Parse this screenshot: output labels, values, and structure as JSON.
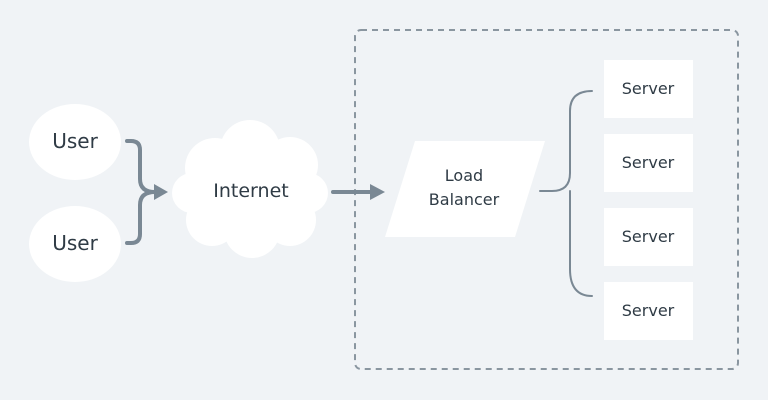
{
  "users": [
    {
      "label": "User"
    },
    {
      "label": "User"
    }
  ],
  "internet": {
    "label": "Internet"
  },
  "load_balancer": {
    "line1": "Load",
    "line2": "Balancer"
  },
  "servers": [
    {
      "label": "Server"
    },
    {
      "label": "Server"
    },
    {
      "label": "Server"
    },
    {
      "label": "Server"
    }
  ],
  "colors": {
    "background": "#f0f3f6",
    "node_fill": "#ffffff",
    "connector": "#7a8894",
    "boundary": "#8a96a0",
    "text": "#2f3b45"
  }
}
